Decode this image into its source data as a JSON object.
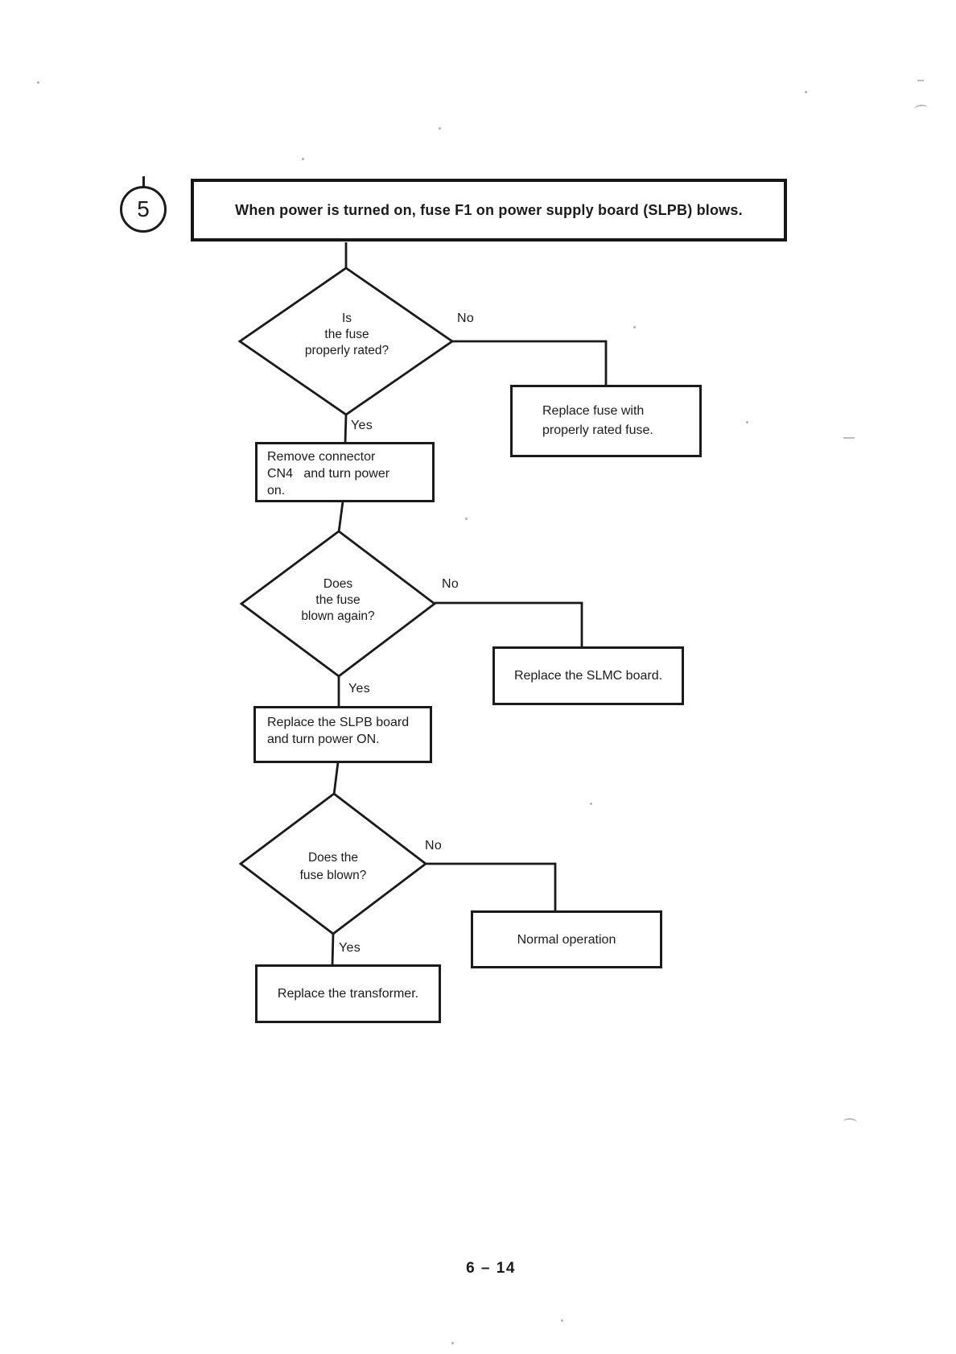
{
  "page": {
    "step": "5",
    "title": "When power is turned on, fuse F1 on power supply board (SLPB) blows.",
    "page_number": "6 – 14",
    "ink_color": "#1b1b1b",
    "paper_color": "#ffffff"
  },
  "labels": {
    "yes": "Yes",
    "no": "No"
  },
  "nodes": {
    "d1": {
      "type": "decision",
      "lines": [
        "Is",
        "the fuse",
        "properly rated?"
      ]
    },
    "replace_fuse": {
      "type": "action",
      "lines": [
        "Replace fuse with",
        "properly rated fuse."
      ]
    },
    "remove_cn4": {
      "type": "process",
      "lines": [
        "Remove connector",
        "CN4   and turn power",
        "on."
      ]
    },
    "d2": {
      "type": "decision",
      "lines": [
        "Does",
        "the fuse",
        "blown again?"
      ]
    },
    "replace_slmc": {
      "type": "action",
      "lines": [
        "Replace the SLMC board."
      ]
    },
    "replace_slpb": {
      "type": "process",
      "lines": [
        "Replace the SLPB board",
        "and turn power ON."
      ]
    },
    "d3": {
      "type": "decision",
      "lines": [
        "Does the",
        "fuse blown?"
      ]
    },
    "normal_operation": {
      "type": "action",
      "lines": [
        "Normal operation"
      ]
    },
    "replace_transformer": {
      "type": "process",
      "lines": [
        "Replace the transformer."
      ]
    }
  },
  "edges": [
    {
      "from": "title",
      "to": "d1",
      "label": ""
    },
    {
      "from": "d1",
      "to": "replace_fuse",
      "label": "No"
    },
    {
      "from": "d1",
      "to": "remove_cn4",
      "label": "Yes"
    },
    {
      "from": "remove_cn4",
      "to": "d2",
      "label": ""
    },
    {
      "from": "d2",
      "to": "replace_slmc",
      "label": "No"
    },
    {
      "from": "d2",
      "to": "replace_slpb",
      "label": "Yes"
    },
    {
      "from": "replace_slpb",
      "to": "d3",
      "label": ""
    },
    {
      "from": "d3",
      "to": "normal_operation",
      "label": "No"
    },
    {
      "from": "d3",
      "to": "replace_transformer",
      "label": "Yes"
    }
  ]
}
